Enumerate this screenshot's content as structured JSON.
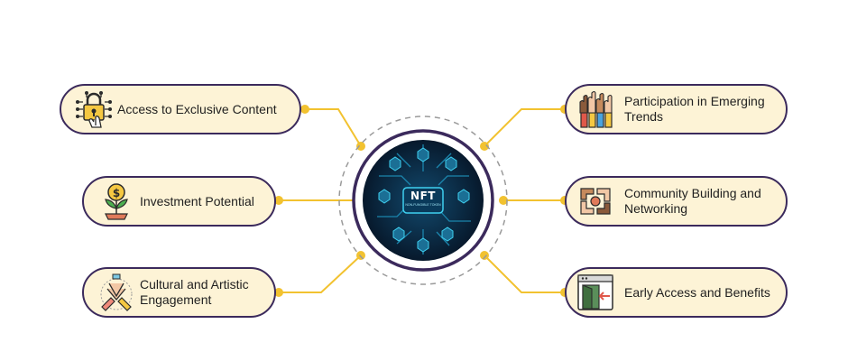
{
  "header": {
    "title_fragment": ""
  },
  "center": {
    "badge": "NFT",
    "badge_sub": "NON-FUNGIBLE TOKEN"
  },
  "left_items": [
    {
      "label": "Access to Exclusive Content",
      "icon": "padlock-circuit-icon"
    },
    {
      "label": "Investment Potential",
      "icon": "money-plant-icon"
    },
    {
      "label": "Cultural and Artistic Engagement",
      "icon": "hands-together-icon"
    }
  ],
  "right_items": [
    {
      "label": "Participation in Emerging Trends",
      "icon": "raised-hands-icon"
    },
    {
      "label": "Community Building and Networking",
      "icon": "linked-hands-icon"
    },
    {
      "label": "Early Access and Benefits",
      "icon": "door-entry-icon"
    }
  ],
  "colors": {
    "pill_fill": "#fdf3d6",
    "pill_border": "#3b2a5c",
    "connector": "#f2c230",
    "ring": "#3b2a5c",
    "center_bg": "#0c2a44",
    "glow": "#27c4e8"
  }
}
